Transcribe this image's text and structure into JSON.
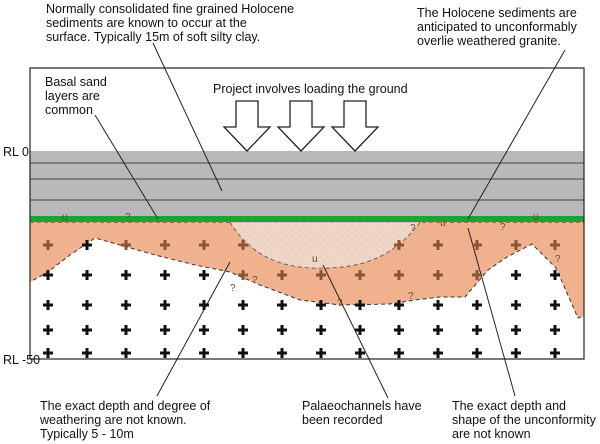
{
  "callouts": {
    "holocene_clay": [
      "Normally consolidated fine grained Holocene",
      "sediments are known to occur at the",
      "surface.  Typically 15m of soft silty clay."
    ],
    "unconformity": [
      "The Holocene sediments are",
      "anticipated to unconformably",
      "overlie weathered granite."
    ],
    "basal_sand": [
      "Basal sand",
      "layers are",
      "common"
    ],
    "loading": "Project involves loading the ground",
    "weathering": [
      "The exact depth and degree of",
      "weathering are not known.",
      "Typically 5 - 10m"
    ],
    "palaeochannels": [
      "Palaeochannels have",
      "been recorded"
    ],
    "unconformity_shape": [
      "The exact depth and",
      "shape of the unconformity",
      "are not known"
    ]
  },
  "levels": {
    "top": "RL 0",
    "bottom": "RL -50"
  },
  "symbols": {
    "unknown": "?",
    "unconformity_mark": "u"
  },
  "colors": {
    "clay": "#b9b9bb",
    "sand_layer": "#1aa532",
    "weathered_zone": "#f0b28e",
    "palaeochannel": "#f2f4f4",
    "granite_cross": "#111111"
  }
}
